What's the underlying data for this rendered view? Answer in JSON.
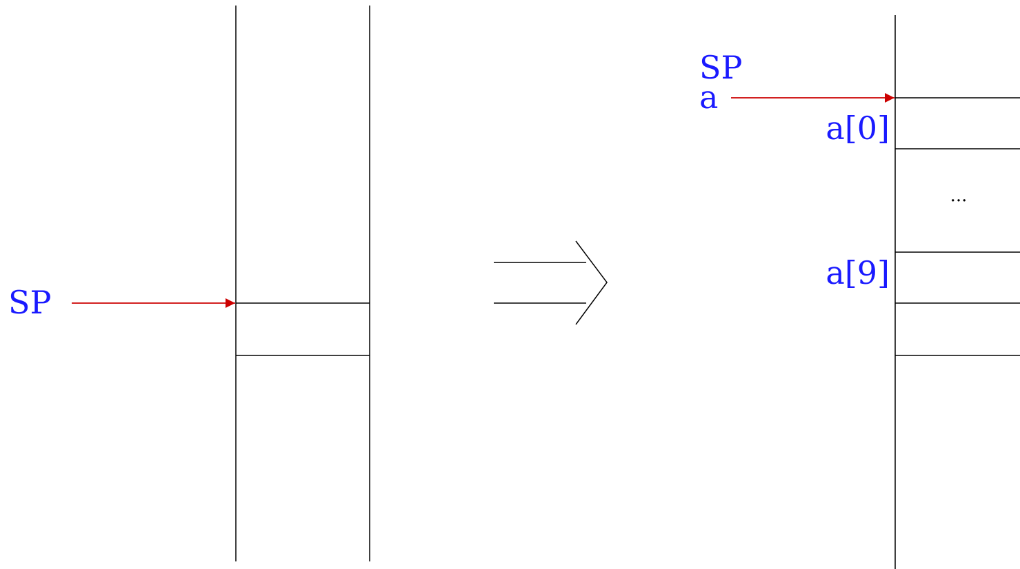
{
  "colors": {
    "label": "#1a1aff",
    "pointer_arrow": "#cc0000",
    "lines": "#000000",
    "background": "#ffffff"
  },
  "left_stack": {
    "pointer_label": "SP"
  },
  "right_stack": {
    "pointer_label_top": "SP",
    "pointer_label_bottom": "a",
    "cell_first_label": "a[0]",
    "ellipsis": "...",
    "cell_last_label": "a[9]"
  },
  "transition": {
    "icon": "double-arrow-right-icon"
  }
}
